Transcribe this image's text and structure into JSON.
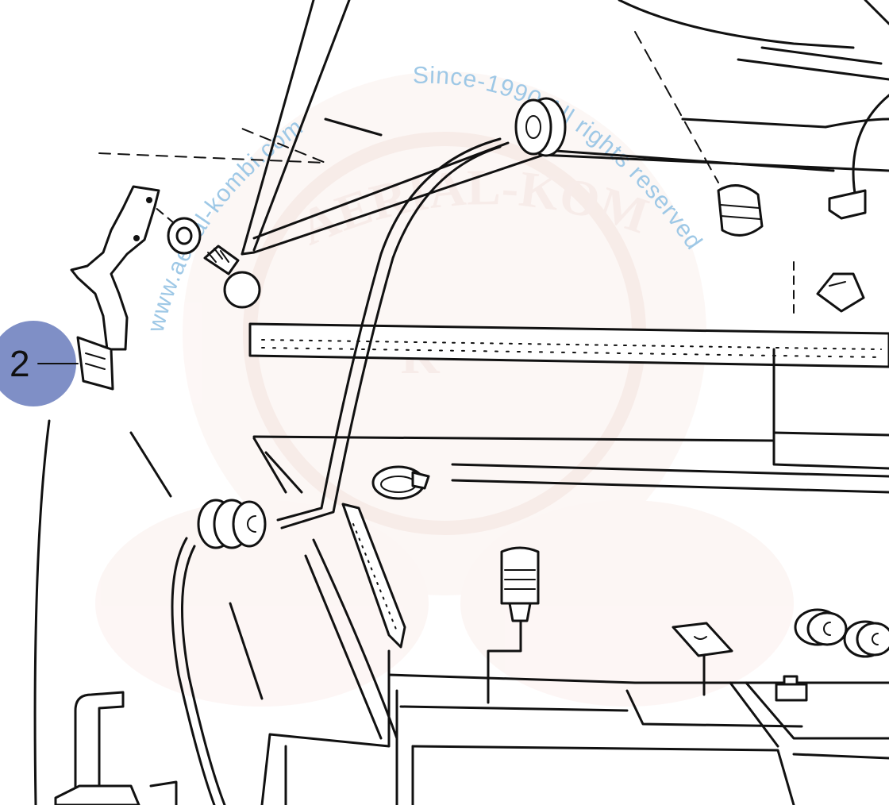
{
  "watermark": {
    "url_text": "www.aerial-kombi.com",
    "rights_text": "Since-1990 All rights reserved",
    "logo_text": "AERIAL-KOMBI.com",
    "logo_monogram": "K"
  },
  "callouts": [
    {
      "label": "2",
      "color": "#7f8fc6"
    }
  ]
}
